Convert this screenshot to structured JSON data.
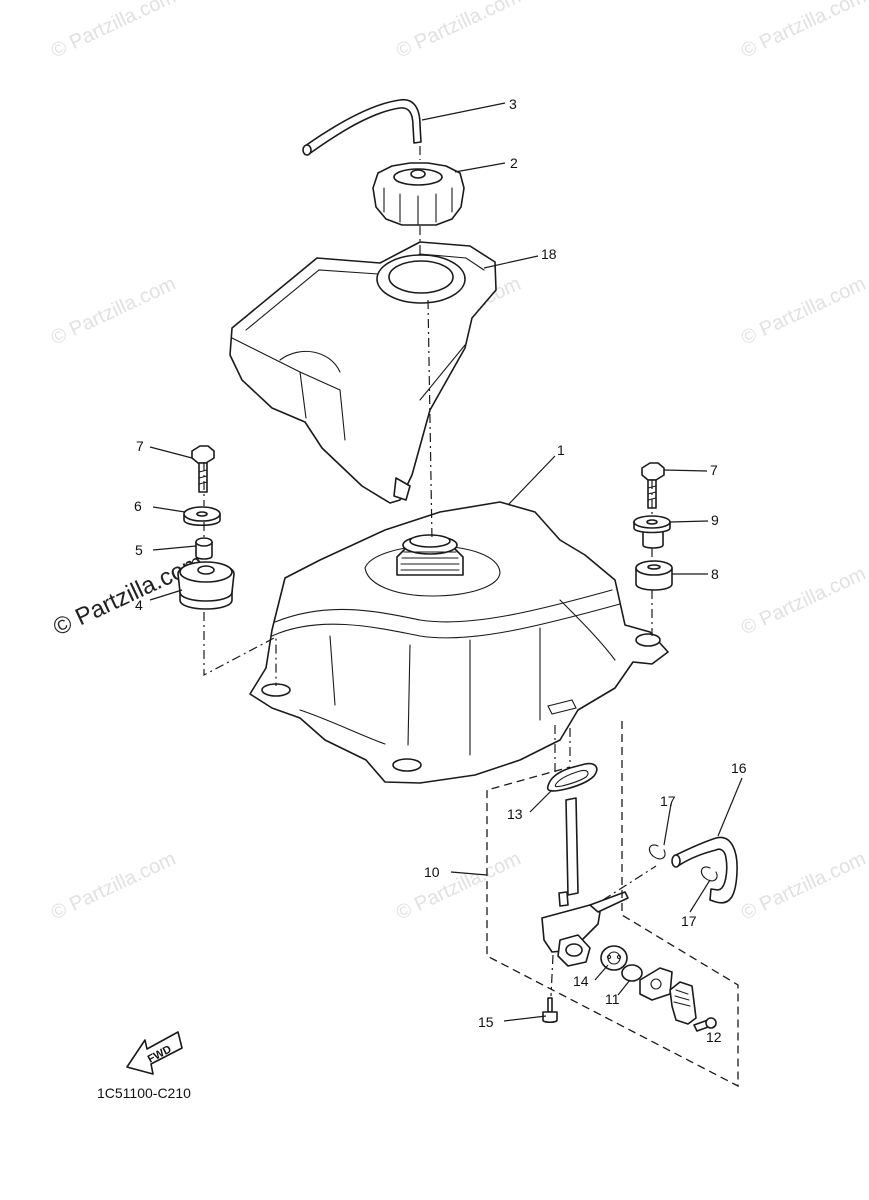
{
  "diagram": {
    "watermark_text": "© Partzilla.com",
    "drawing_code": "1C51100-C210",
    "fwd_label": "FWD",
    "callouts": {
      "c1": "1",
      "c2": "2",
      "c3": "3",
      "c4": "4",
      "c5": "5",
      "c6": "6",
      "c7a": "7",
      "c7b": "7",
      "c8": "8",
      "c9": "9",
      "c10": "10",
      "c11": "11",
      "c12": "12",
      "c13": "13",
      "c14": "14",
      "c15": "15",
      "c16": "16",
      "c17a": "17",
      "c17b": "17",
      "c18": "18"
    }
  }
}
